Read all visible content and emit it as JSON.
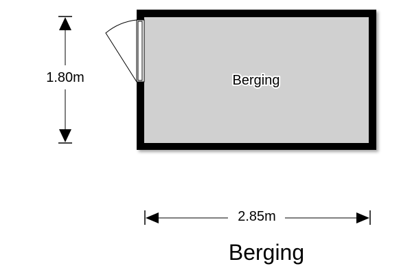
{
  "plan": {
    "title": "Berging"
  },
  "room": {
    "name": "Berging",
    "fill_color": "#d0d0d0",
    "wall_color": "#000000"
  },
  "dimensions": {
    "height": "1.80m",
    "width": "2.85m"
  }
}
